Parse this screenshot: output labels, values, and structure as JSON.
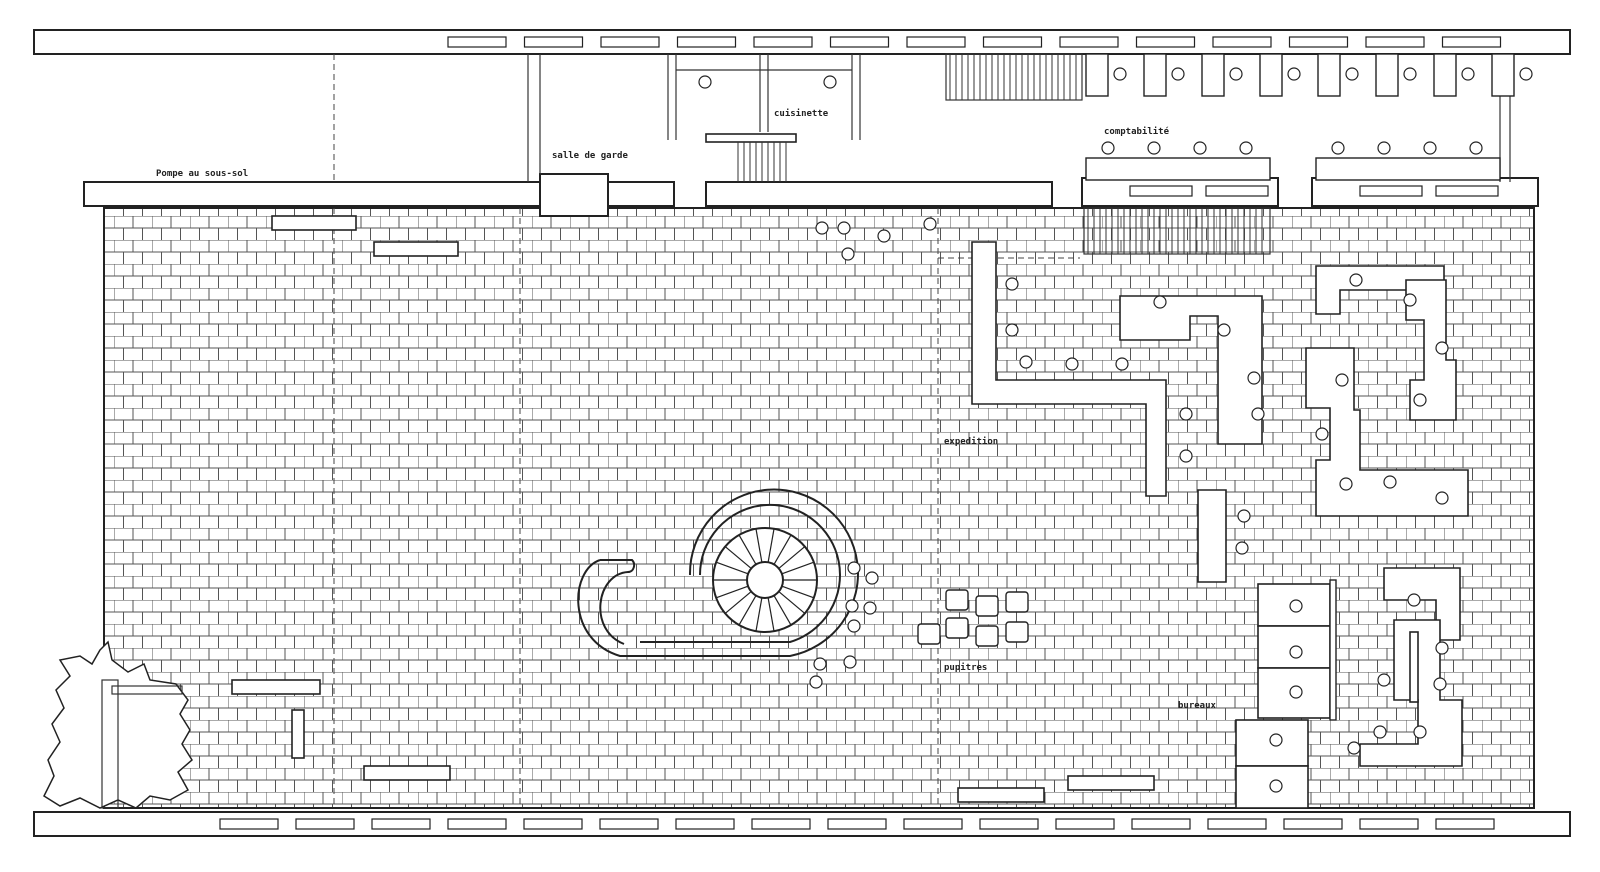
{
  "labels": {
    "pompe": "Pompe au sous-sol",
    "salle_garde": "salle de garde",
    "cuisinette": "cuisinette",
    "comptabilite": "comptabilité",
    "expedition": "expedition",
    "pupitres": "pupitres",
    "bureaux": "bureaux"
  }
}
